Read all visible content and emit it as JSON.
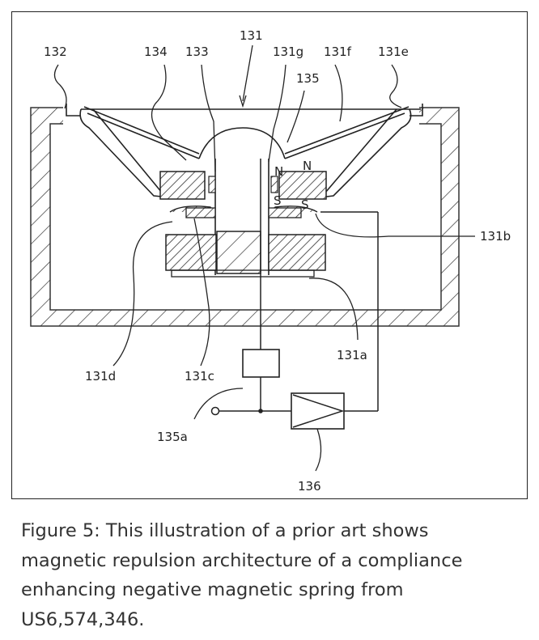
{
  "labels": {
    "l131": "131",
    "l132": "132",
    "l134": "134",
    "l133": "133",
    "l131g": "131g",
    "l131f": "131f",
    "l131e": "131e",
    "l135": "135",
    "l131b": "131b",
    "l131a": "131a",
    "l131d": "131d",
    "l131c": "131c",
    "l135a": "135a",
    "l136": "136"
  },
  "pole_labels": {
    "n_left": "N",
    "n_right": "N",
    "s_left": "S",
    "s_right": "S"
  },
  "caption": "Figure 5: This illustration of a prior art shows magnetic repulsion architecture of a compliance enhancing negative magnetic spring from US6,574,346."
}
